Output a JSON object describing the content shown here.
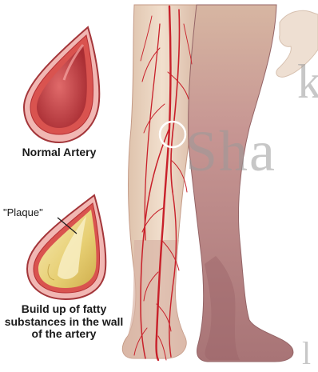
{
  "labels": {
    "normal_artery": "Normal Artery",
    "plaque": "\"Plaque\"",
    "buildup": "Build up of fatty substances in the wall of the artery"
  },
  "watermark": {
    "main": "Sha",
    "top": "k",
    "bottom": "l"
  },
  "colors": {
    "skin": "#ecd6c2",
    "skin_shadow": "#cfa697",
    "affected_leg": "#b98383",
    "artery": "#c8202a",
    "artery_wall": "#d33b3b",
    "artery_lumen": "#c24545",
    "plaque": "#e8d37a",
    "plaque_highlight": "#f6e8ad"
  }
}
